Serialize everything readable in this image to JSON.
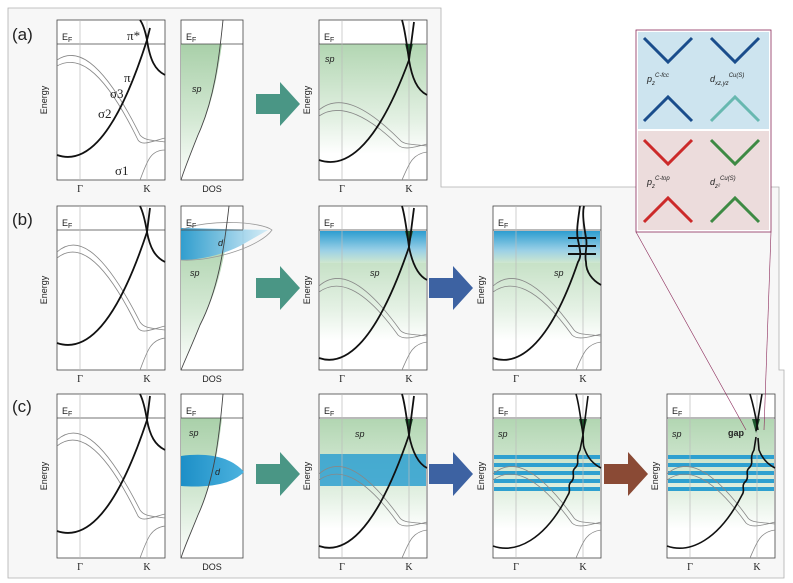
{
  "row_labels": [
    "(a)",
    "(b)",
    "(c)"
  ],
  "ef_main": "E",
  "ef_sub": "F",
  "energy_label": "Energy",
  "dos_label": "DOS",
  "gamma_label": "Γ",
  "k_label": "K",
  "pi_star": "π*",
  "pi": "π",
  "sigma3": "σ3",
  "sigma2": "σ2",
  "sigma1": "σ1",
  "sp_label": "sp",
  "d_label": "d",
  "gap_label": "gap",
  "inset": {
    "blue_left_main": "p",
    "blue_left_sub": "z",
    "blue_left_sup": "C-fcc",
    "blue_right_main": "d",
    "blue_right_sub": "xz,yz",
    "blue_right_sup": "Cu(S)",
    "red_left_main": "p",
    "red_left_sub": "z",
    "red_left_sup": "C-top",
    "red_right_main": "d",
    "red_right_sub": "z²",
    "red_right_sup": "Cu(S)"
  },
  "colors": {
    "outline": "#999999",
    "teal_arrow": "#4a9685",
    "blue_arrow": "#3d62a2",
    "brown_arrow": "#8a4a35",
    "green_fill": "#b5d6b5",
    "cyan_band": "#2ea0d0",
    "inset_blue_bg": "#cde4ef",
    "inset_red_bg": "#ecdcdc",
    "dark_blue": "#1a4d8c",
    "light_teal": "#68b8b0",
    "red": "#cc2a2a",
    "green": "#3e8a44",
    "gap_color": "#8b2a2a"
  }
}
